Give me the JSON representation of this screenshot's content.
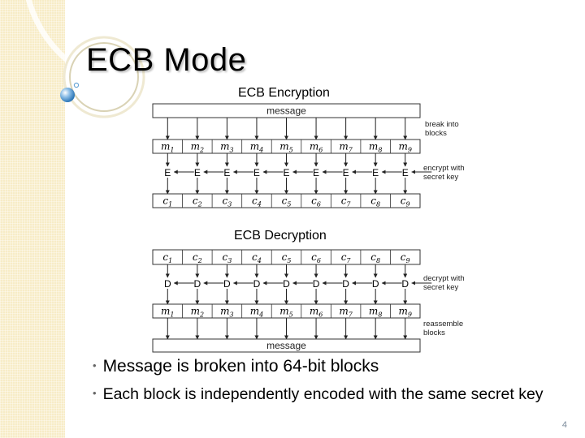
{
  "slide": {
    "title": "ECB Mode",
    "page_number": "4",
    "bullets": [
      "Message is broken into 64-bit blocks",
      "Each block is independently encoded with the same secret key"
    ]
  },
  "diagram": {
    "encryption": {
      "title": "ECB Encryption",
      "top_bar": "message",
      "row1": [
        "m1",
        "m2",
        "m3",
        "m4",
        "m5",
        "m6",
        "m7",
        "m8",
        "m9"
      ],
      "op": "E",
      "row3": [
        "c1",
        "c2",
        "c3",
        "c4",
        "c5",
        "c6",
        "c7",
        "c8",
        "c9"
      ],
      "note1": [
        "break into",
        "blocks"
      ],
      "note2": [
        "encrypt with",
        "secret key"
      ]
    },
    "decryption": {
      "title": "ECB Decryption",
      "row1": [
        "c1",
        "c2",
        "c3",
        "c4",
        "c5",
        "c6",
        "c7",
        "c8",
        "c9"
      ],
      "op": "D",
      "row3": [
        "m1",
        "m2",
        "m3",
        "m4",
        "m5",
        "m6",
        "m7",
        "m8",
        "m9"
      ],
      "bottom_bar": "message",
      "note1": [
        "decrypt with",
        "secret key"
      ],
      "note2": [
        "reassemble",
        "blocks"
      ]
    }
  },
  "colors": {
    "sidebar": "#f7ecc6",
    "accent": "#4a90c8"
  }
}
